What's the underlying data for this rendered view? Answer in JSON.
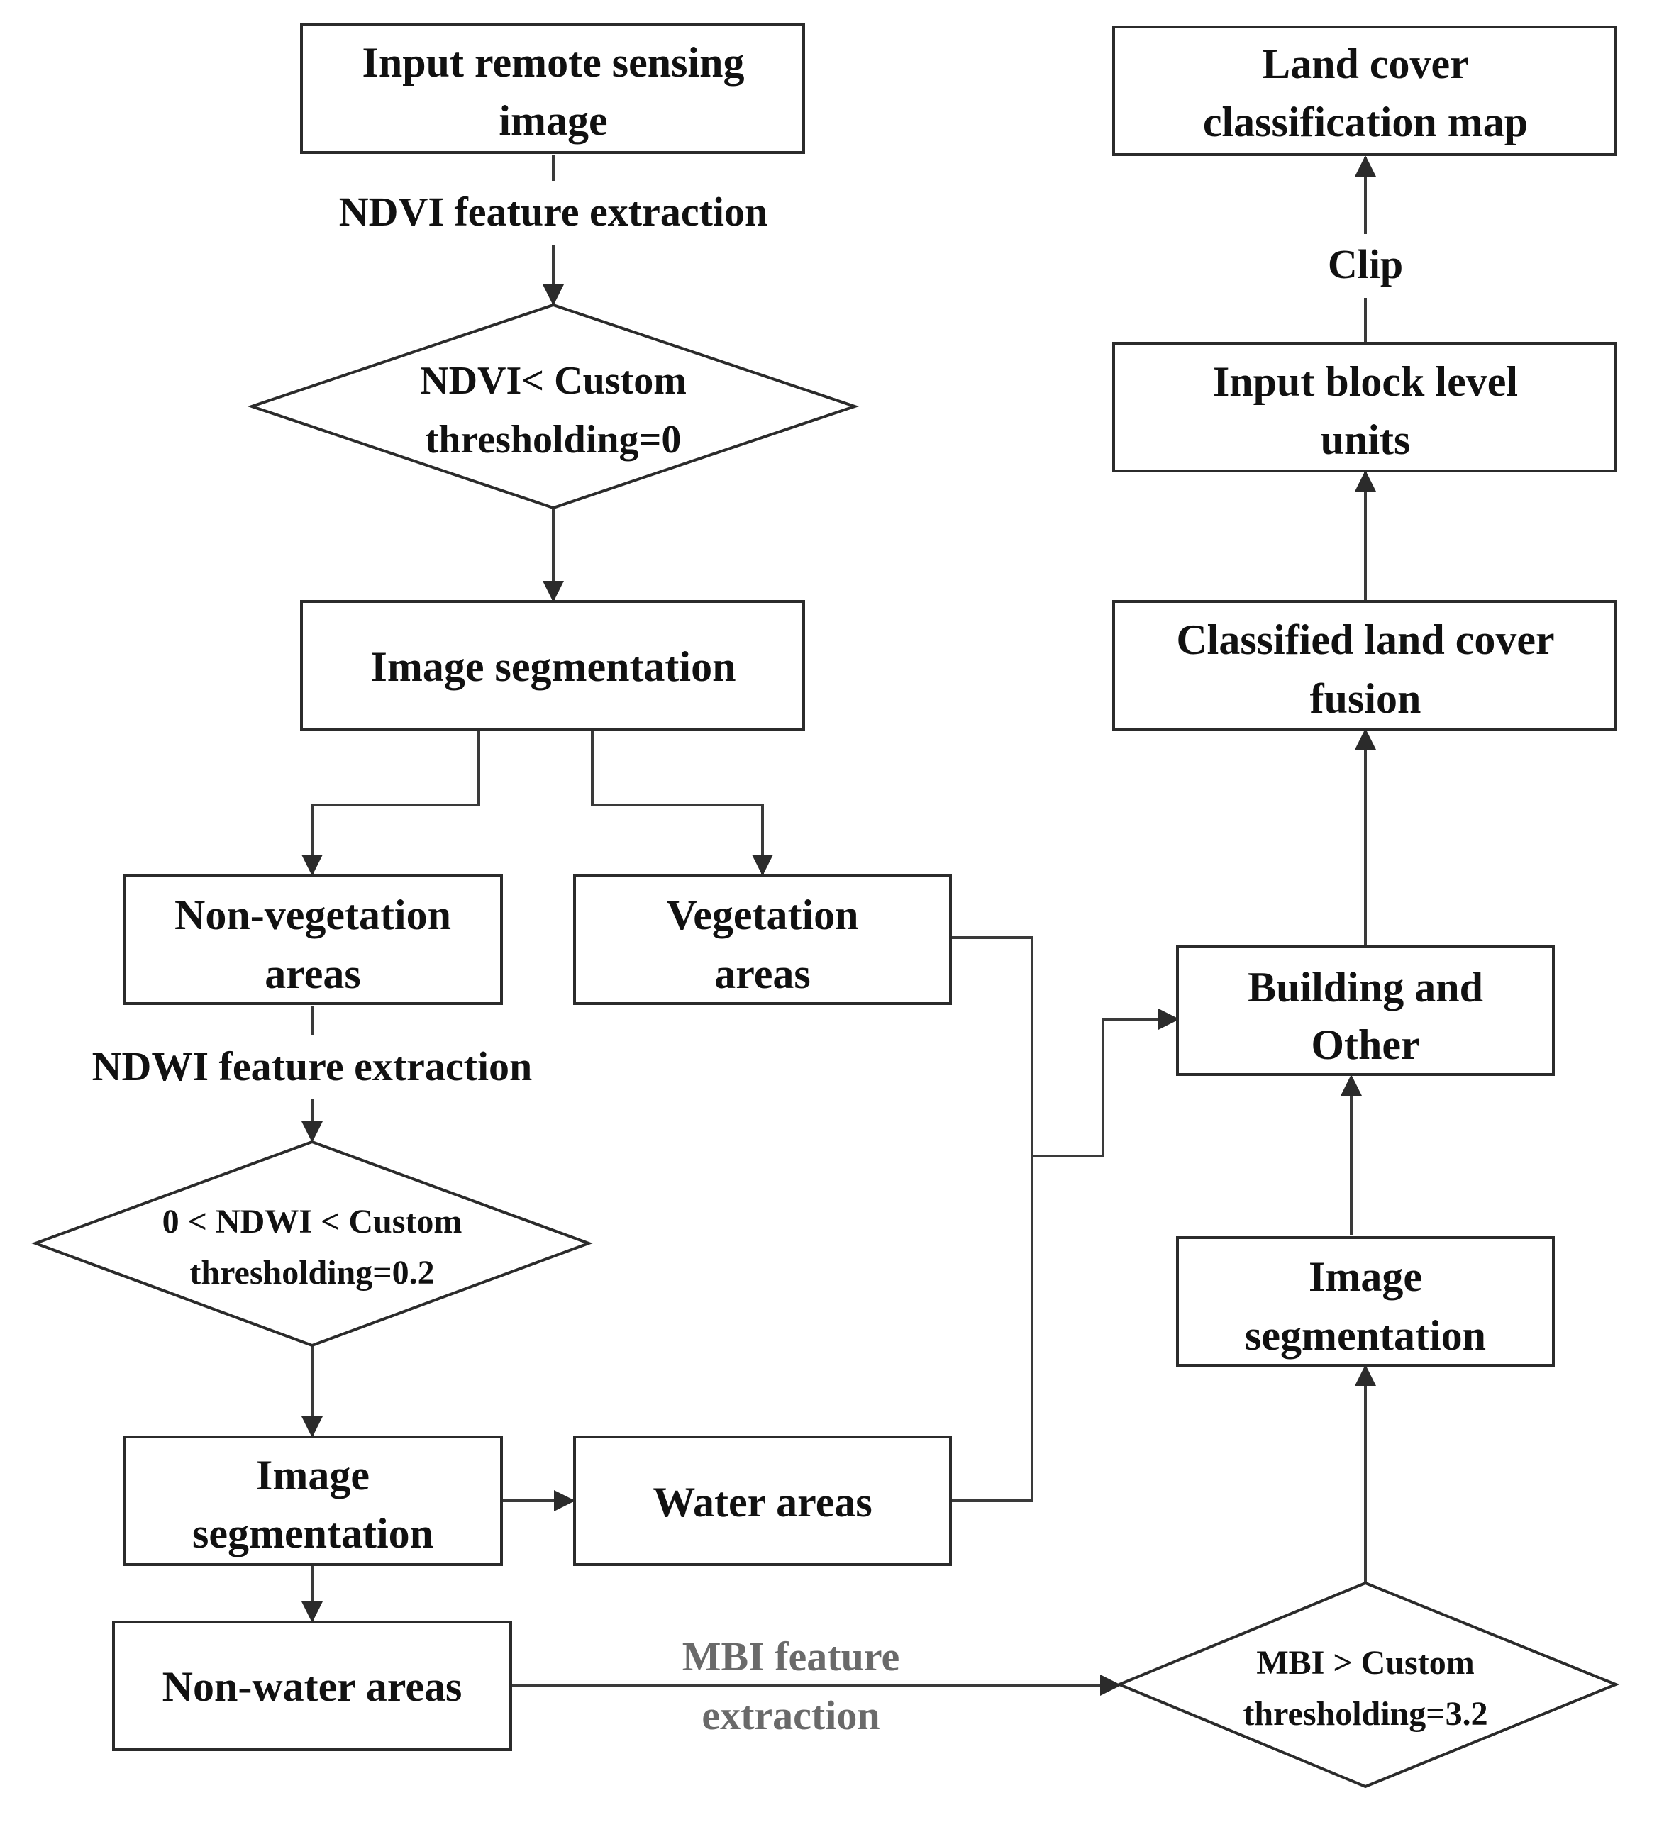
{
  "nodes": {
    "input_image": [
      "Input remote sensing",
      "image"
    ],
    "ndvi_decision": [
      "NDVI<  Custom",
      "thresholding=0"
    ],
    "image_segmentation_1": [
      "Image segmentation"
    ],
    "non_vegetation": [
      "Non-vegetation",
      "areas"
    ],
    "vegetation": [
      "Vegetation",
      "areas"
    ],
    "ndwi_decision": [
      "0 <   NDWI  < Custom",
      "thresholding=0.2"
    ],
    "image_segmentation_2": [
      "Image",
      "segmentation"
    ],
    "water_areas": [
      "Water areas"
    ],
    "non_water_areas": [
      "Non-water areas"
    ],
    "mbi_decision": [
      "MBI  > Custom",
      "thresholding=3.2"
    ],
    "image_segmentation_3": [
      "Image",
      "segmentation"
    ],
    "building_other": [
      "Building and",
      "Other"
    ],
    "classified_fusion": [
      "Classified land cover",
      "fusion"
    ],
    "block_units": [
      "Input block level",
      "units"
    ],
    "classification_map": [
      "Land cover",
      "classification map"
    ]
  },
  "edges": {
    "ndvi_extraction": [
      "NDVI feature extraction"
    ],
    "ndwi_extraction": [
      "NDWI feature extraction"
    ],
    "mbi_extraction": [
      "MBI feature",
      "extraction"
    ],
    "clip": [
      "Clip"
    ]
  },
  "colors": {
    "stroke": "#2b2b2b",
    "text": "#111111",
    "muted_text": "#6a6a6a"
  }
}
